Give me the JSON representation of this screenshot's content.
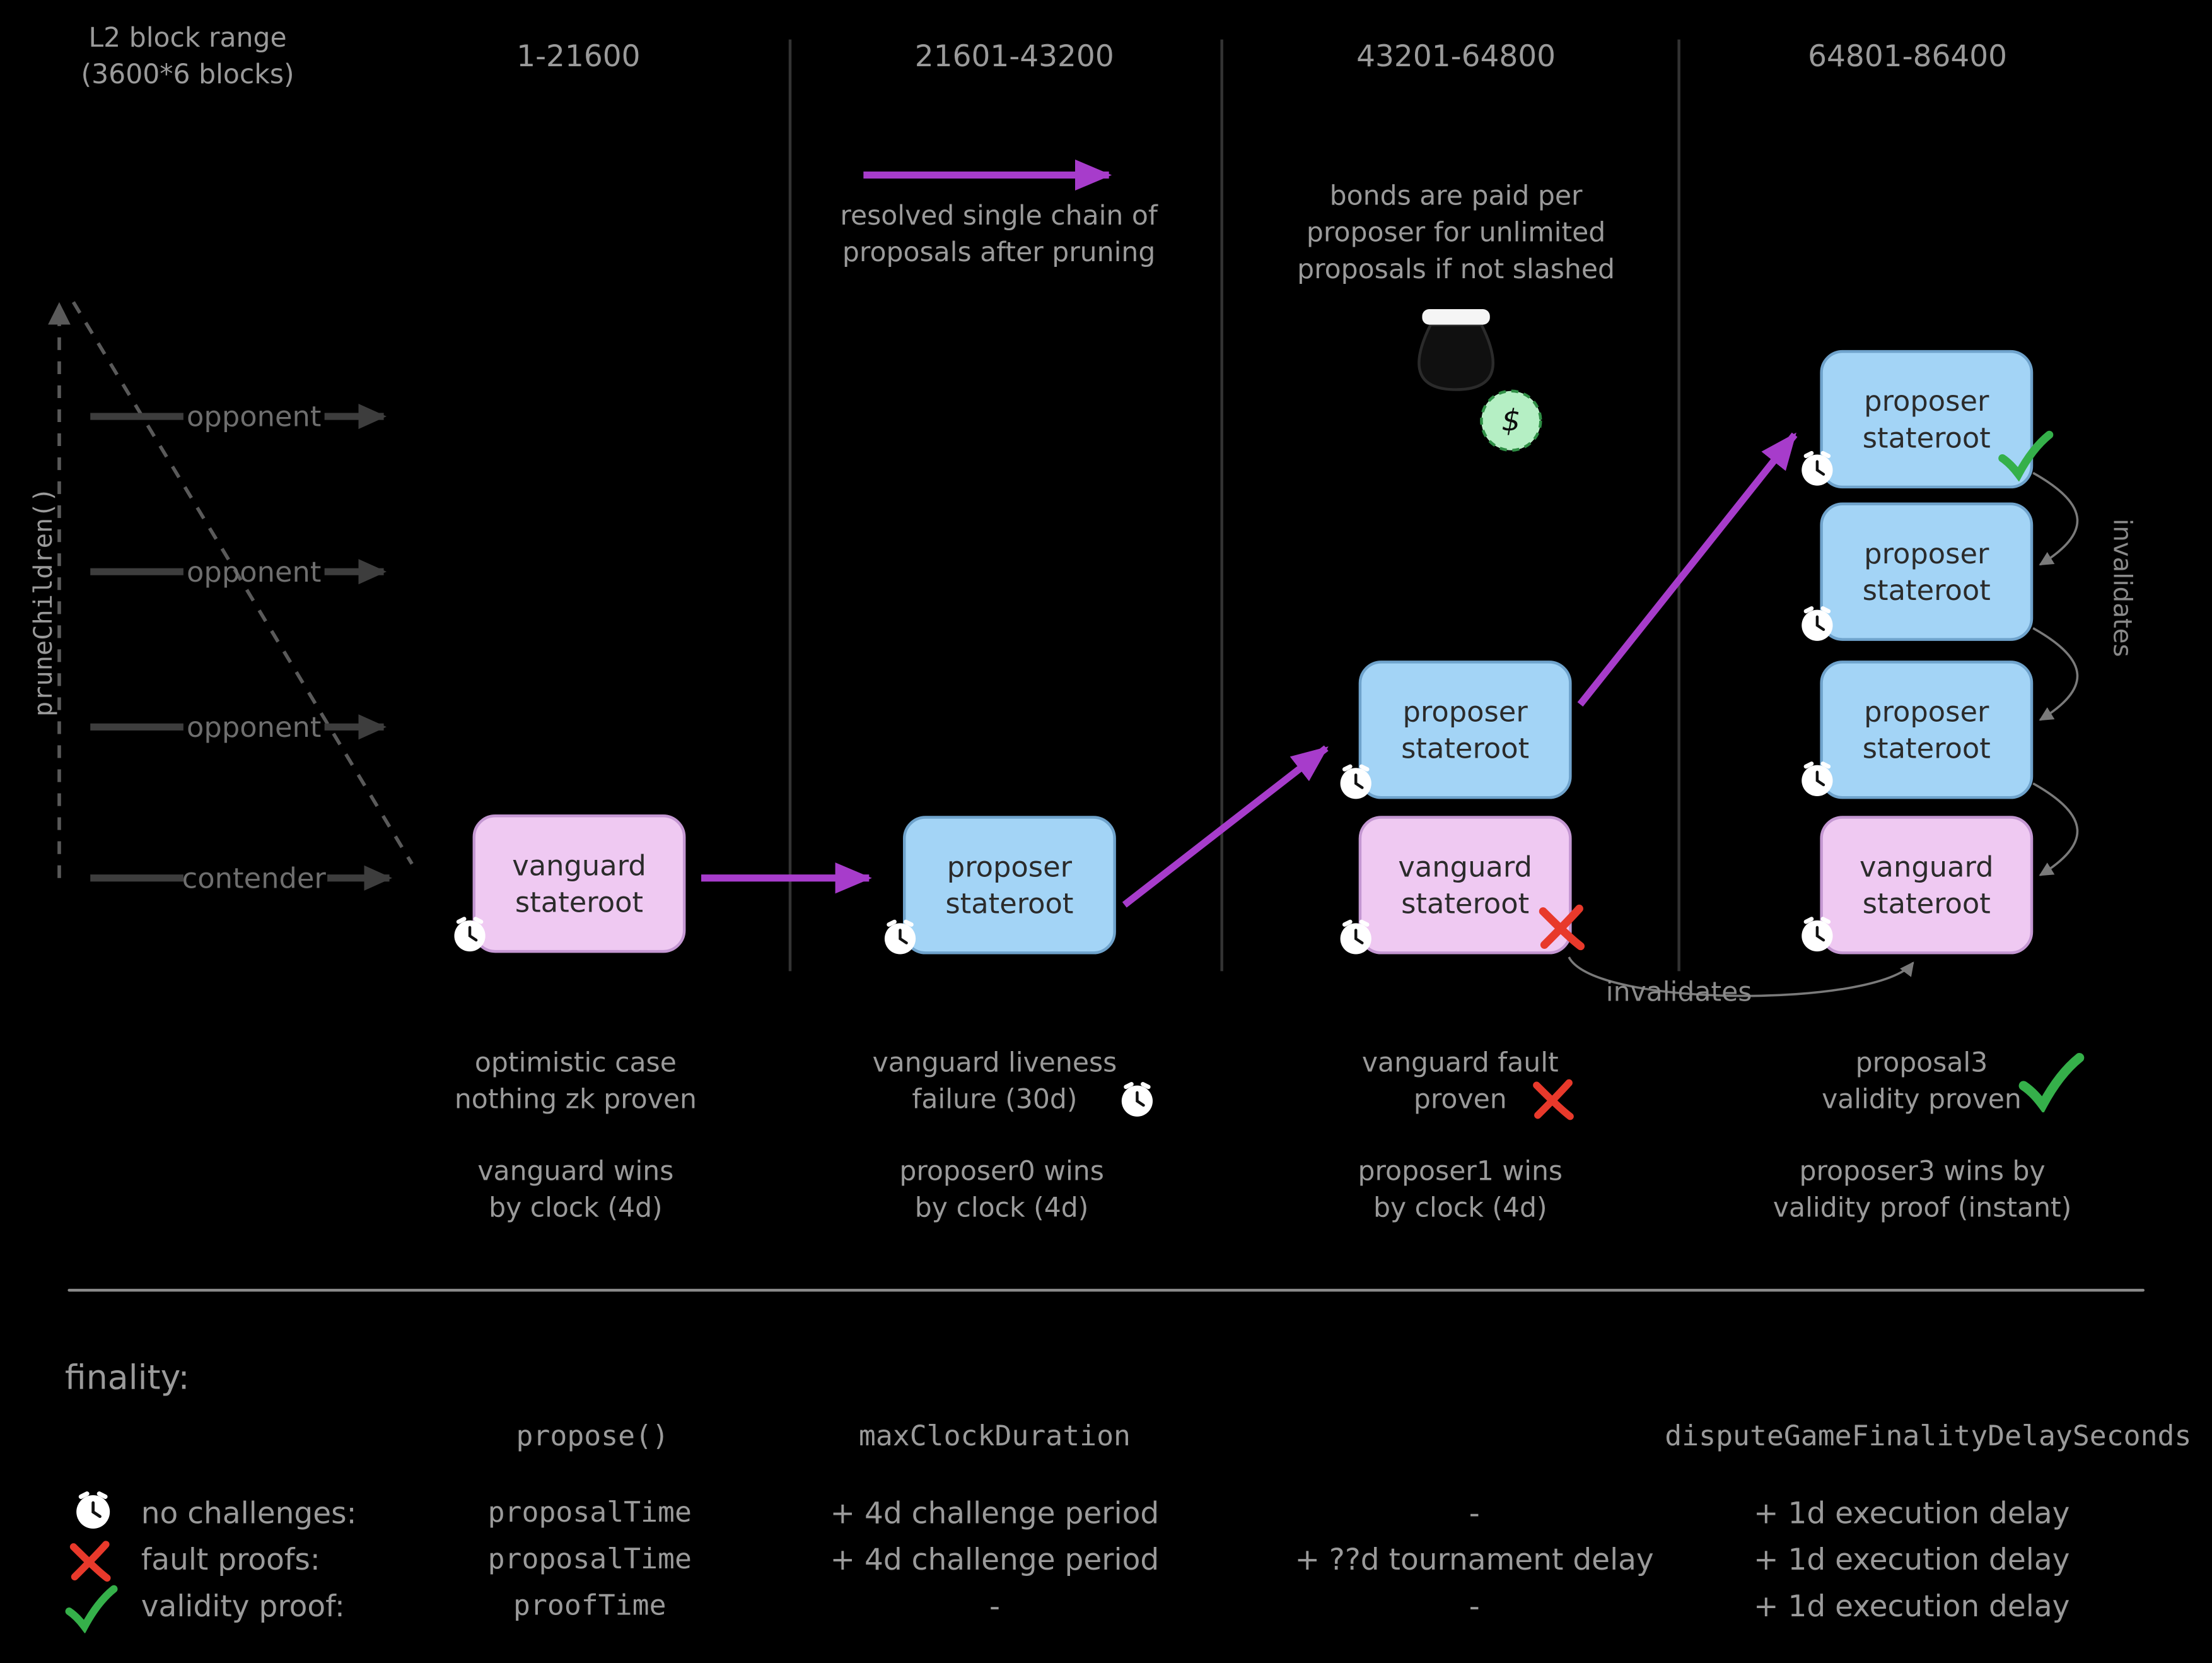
{
  "colors": {
    "background": "#000000",
    "purple_arrow": "#a73ccb",
    "blue_box": "#a3d4f6",
    "pink_box": "#efc9f2",
    "green_check": "#35b04a",
    "red_x": "#e8392b",
    "text_gray": "#9a9a9a"
  },
  "header": {
    "range_label": "L2 block range\n(3600*6 blocks)",
    "columns": [
      "1-21600",
      "21601-43200",
      "43201-64800",
      "64801-86400"
    ]
  },
  "left_panel": {
    "prune_label": "pruneChildren()",
    "rows": [
      {
        "label": "opponent"
      },
      {
        "label": "opponent"
      },
      {
        "label": "opponent"
      },
      {
        "label": "contender"
      }
    ]
  },
  "notes": {
    "resolved_chain": "resolved single chain of\nproposals after pruning",
    "bonds": "bonds are paid per\nproposer for unlimited\nproposals if not slashed",
    "dollar_sign": "$",
    "invalidates_vertical": "invalidates",
    "invalidates_horizontal": "invalidates"
  },
  "nodes": {
    "col1_vanguard": "vanguard\nstateroot",
    "col2_proposer": "proposer\nstateroot",
    "col3_proposer": "proposer\nstateroot",
    "col3_vanguard": "vanguard\nstateroot",
    "col4_proposer_top": "proposer\nstateroot",
    "col4_proposer_mid": "proposer\nstateroot",
    "col4_proposer_low": "proposer\nstateroot",
    "col4_vanguard": "vanguard\nstateroot"
  },
  "captions": {
    "col1_case": "optimistic case\nnothing zk proven",
    "col2_case": "vanguard liveness\nfailure (30d)",
    "col3_case": "vanguard fault\nproven",
    "col4_case": "proposal3\nvalidity proven",
    "col1_result": "vanguard wins\nby clock (4d)",
    "col2_result": "proposer0 wins\nby clock (4d)",
    "col3_result": "proposer1 wins\nby clock (4d)",
    "col4_result": "proposer3 wins by\nvalidity proof (instant)"
  },
  "finality": {
    "title": "finality:",
    "headers": {
      "propose": "propose()",
      "max_clock": "maxClockDuration",
      "dispute": "disputeGameFinalityDelaySeconds"
    },
    "rows": [
      {
        "label": "no challenges:",
        "propose": "proposalTime",
        "max_clock": "+ 4d challenge period",
        "tournament": "-",
        "delay": "+ 1d execution delay"
      },
      {
        "label": "fault proofs:",
        "propose": "proposalTime",
        "max_clock": "+ 4d challenge period",
        "tournament": "+ ??d tournament delay",
        "delay": "+ 1d execution delay"
      },
      {
        "label": "validity proof:",
        "propose": "proofTime",
        "max_clock": "-",
        "tournament": "-",
        "delay": "+ 1d execution delay"
      }
    ]
  }
}
